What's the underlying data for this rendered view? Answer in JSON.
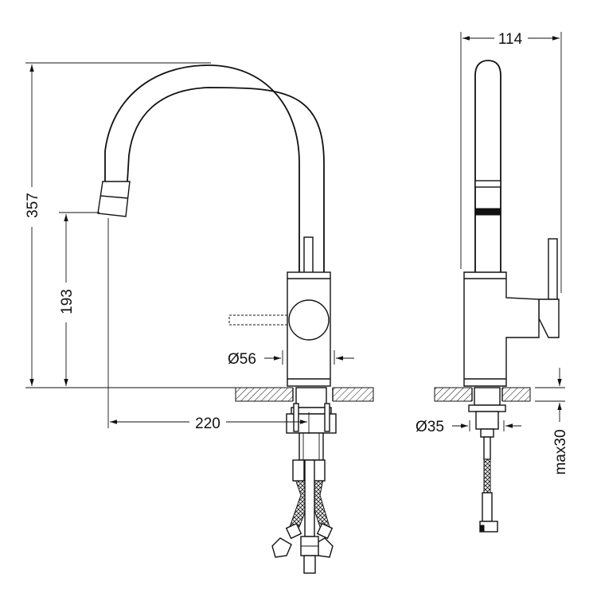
{
  "dimensions": {
    "total_height": "357",
    "spout_height": "193",
    "reach": "220",
    "base_diameter": "Ø56",
    "depth": "114",
    "hole_diameter": "Ø35",
    "max_thickness": "max30"
  },
  "colors": {
    "line": "#111111",
    "background": "#ffffff"
  }
}
